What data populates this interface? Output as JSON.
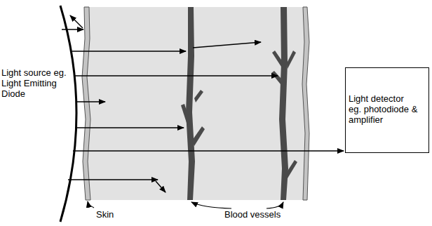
{
  "diagram": {
    "nodes": [
      {
        "text": [
          "Light detector eg. photodiode & amplifier"
        ]
      }
    ],
    "labels": [
      "Light source eg. Light Emitting Diode",
      "Skin",
      "Blood vessels"
    ]
  }
}
